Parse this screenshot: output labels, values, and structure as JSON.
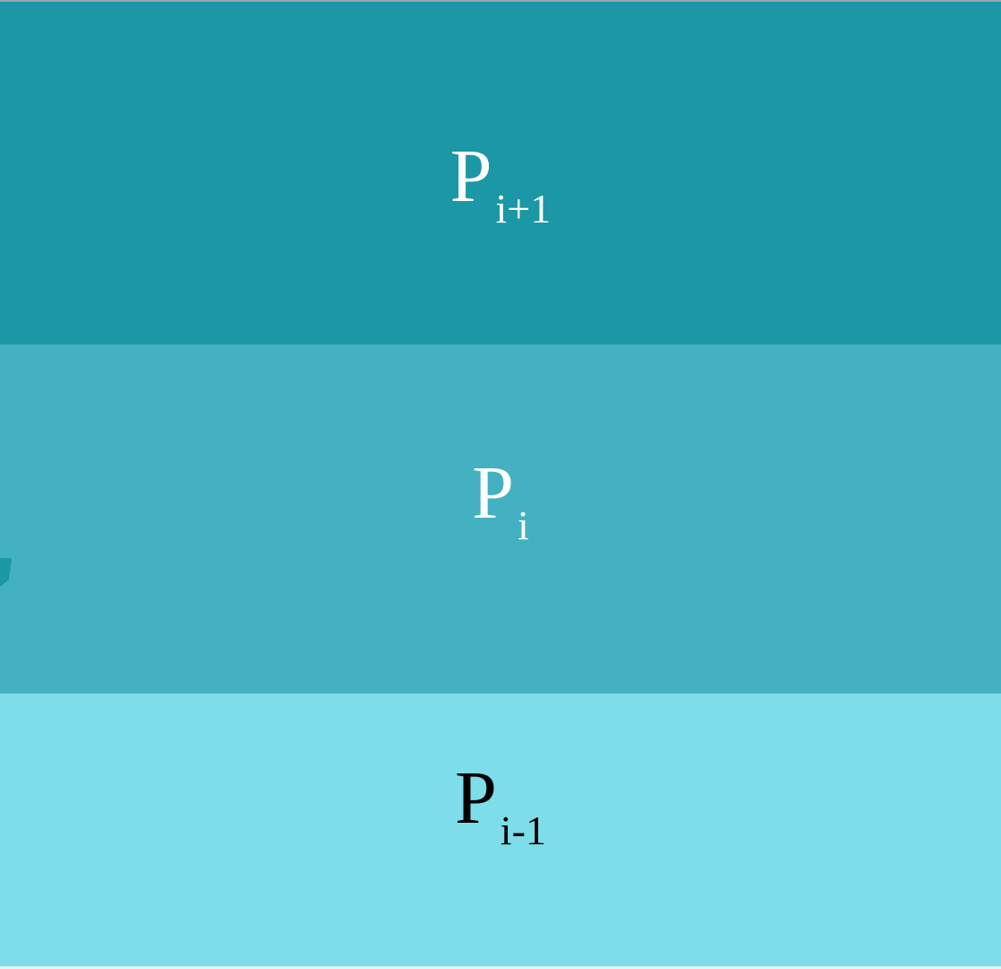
{
  "bands": {
    "upper": {
      "main": "P",
      "sub": "i+1",
      "fill": "#1b97a6",
      "text_color": "#ffffff"
    },
    "middle": {
      "main": "P",
      "sub": "i",
      "fill": "#43b1c2",
      "text_color": "#ffffff"
    },
    "lower": {
      "main": "P",
      "sub": "i-1",
      "fill": "#7ddde9",
      "text_color": "#000000"
    }
  },
  "colors": {
    "top_rule": "#9aa7a9",
    "bottom_rule": "#e8f4f6",
    "edge_shape": "#1b97a6"
  }
}
